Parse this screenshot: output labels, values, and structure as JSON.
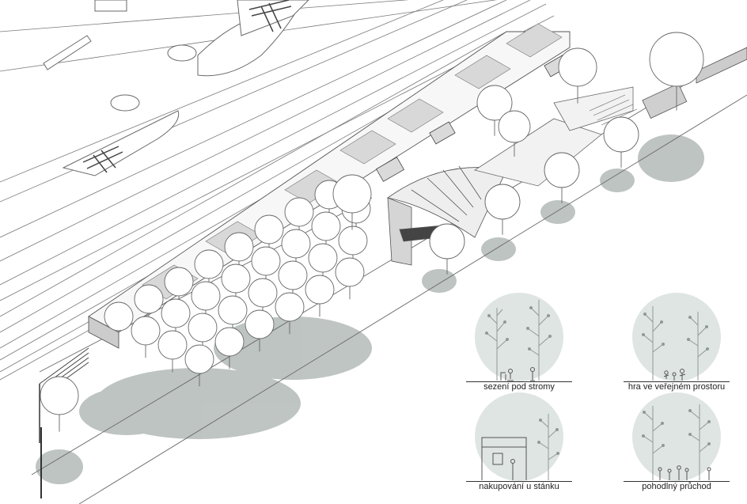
{
  "vignettes": [
    {
      "id": "sitting",
      "label": "sezení pod stromy"
    },
    {
      "id": "play",
      "label": "hra ve veřejném prostoru"
    },
    {
      "id": "kiosk",
      "label": "nakupování u stánku"
    },
    {
      "id": "passage",
      "label": "pohodlný průchod"
    }
  ],
  "colors": {
    "line": "#6a6a6a",
    "shadow": "#a9b1ad",
    "canopy": "#ffffff",
    "vignette_bg": "#dfe5e3",
    "tree_sketch": "#8f9a96"
  }
}
